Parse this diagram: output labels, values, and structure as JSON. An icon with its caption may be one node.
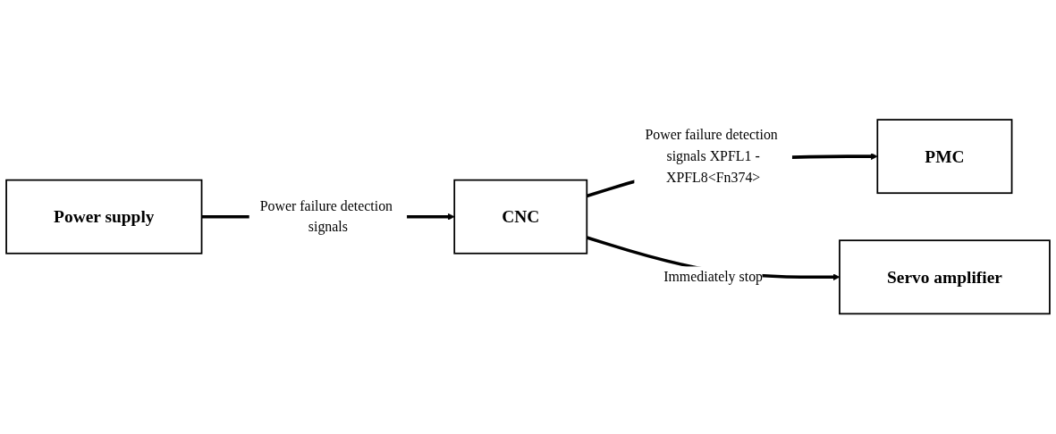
{
  "diagram": {
    "nodes": [
      {
        "text": [
          "Power supply"
        ]
      },
      {
        "text": [
          "CNC"
        ]
      },
      {
        "text": [
          "PMC"
        ]
      },
      {
        "text": [
          "Servo amplifier"
        ]
      }
    ],
    "edges": [
      {
        "from": 0,
        "to": 1,
        "arrow": "to",
        "label": "Power failure detection signals"
      },
      {
        "from": 1,
        "to": 2,
        "arrow": "to",
        "label": "Power failure detection signals XPFL1 -XPFL8<Fn374>"
      },
      {
        "from": 1,
        "to": 3,
        "arrow": "to",
        "label": "Immediately stop"
      }
    ]
  }
}
